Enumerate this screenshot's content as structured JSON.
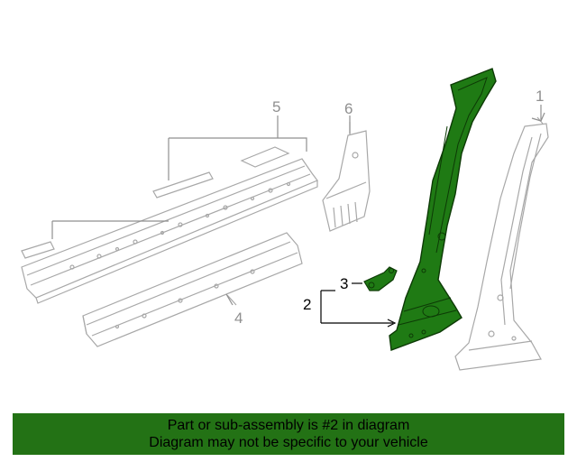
{
  "diagram": {
    "callouts": {
      "c1": "1",
      "c2": "2",
      "c3": "3",
      "c4": "4",
      "c5": "5",
      "c6": "6"
    },
    "colors": {
      "highlight_part": "#1f7a14",
      "highlight_outline": "#0d3a06",
      "line_art": "#a8a8a8",
      "callout_grey": "#8f8f8f",
      "callout_black": "#000000"
    }
  },
  "banner": {
    "line1": "Part or sub-assembly is #2 in diagram",
    "line2": "Diagram may not be specific to your vehicle",
    "background": "#237215"
  }
}
